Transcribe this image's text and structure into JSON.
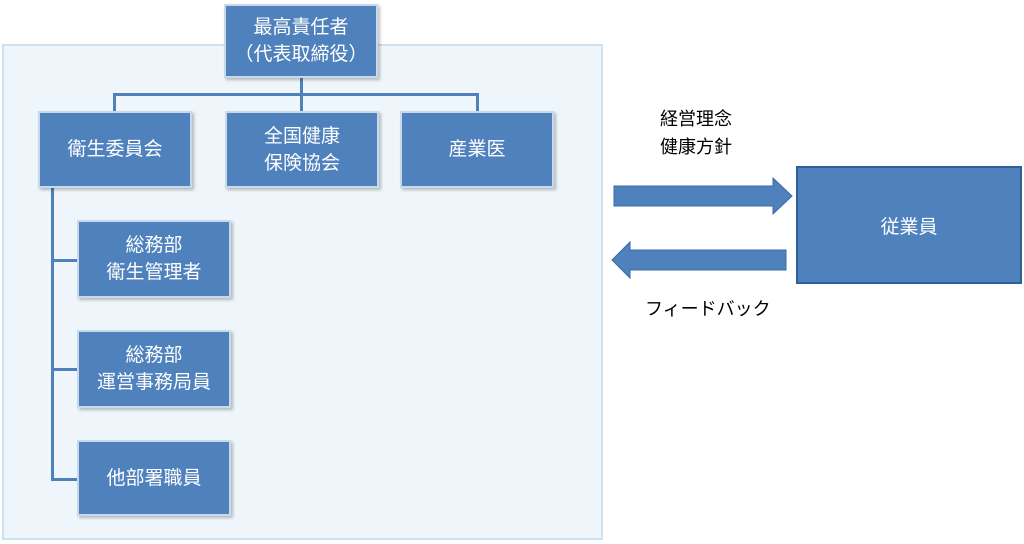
{
  "org": {
    "top": {
      "line1": "最高責任者",
      "line2": "（代表取締役）"
    },
    "committee": "衛生委員会",
    "kenpo": {
      "line1": "全国健康",
      "line2": "保険協会"
    },
    "doctor": "産業医",
    "sub1": {
      "line1": "総務部",
      "line2": "衛生管理者"
    },
    "sub2": {
      "line1": "総務部",
      "line2": "運営事務局員"
    },
    "sub3": "他部署職員"
  },
  "flow": {
    "policy": {
      "line1": "経営理念",
      "line2": "健康方針"
    },
    "feedback": "フィードバック",
    "employee": "従業員"
  },
  "colors": {
    "box_fill": "#4f81bd",
    "panel_fill": "#eef6fb",
    "employee_border": "#2f5f9a"
  }
}
